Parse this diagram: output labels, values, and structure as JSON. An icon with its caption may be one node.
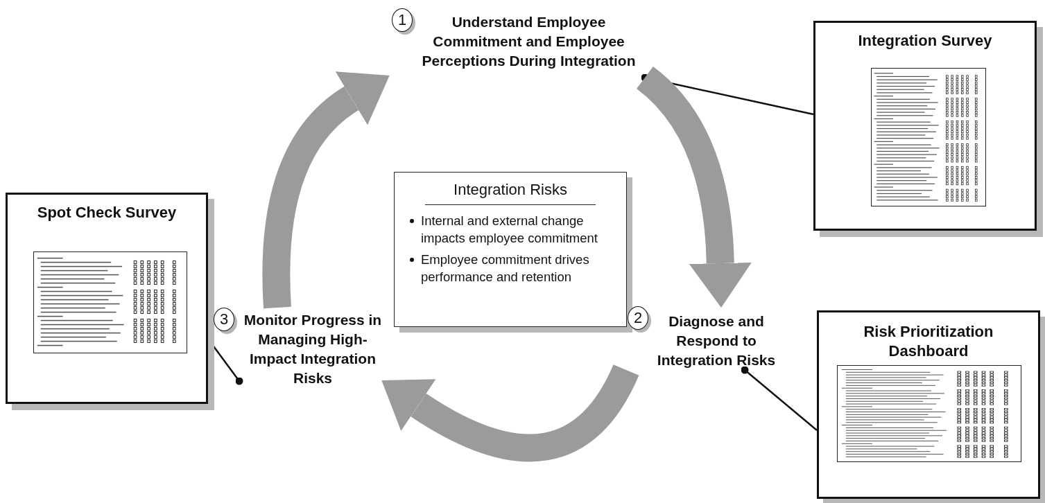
{
  "diagram": {
    "nodes": [
      {
        "text": [
          "1",
          "Understand Employee Commitment and Employee Perceptions During Integration"
        ]
      },
      {
        "text": [
          "Integration Survey"
        ]
      },
      {
        "text": [],
        "shape": "picture",
        "in": 1
      },
      {
        "text": [
          "Spot Check Survey"
        ]
      },
      {
        "text": [],
        "shape": "picture",
        "in": 3
      },
      {
        "text": [
          "Integration Risks",
          "Internal and external change impacts employee commitment",
          "Employee commitment drives performance and retention"
        ]
      },
      {
        "text": [
          "2",
          "Diagnose and Respond to Integration Risks"
        ]
      },
      {
        "text": [
          "Risk Prioritization Dashboard"
        ]
      },
      {
        "text": [],
        "shape": "picture",
        "in": 7
      },
      {
        "text": [
          "3",
          "Monitor Progress in Managing High-Impact Integration Risks"
        ]
      }
    ],
    "edges": [
      {
        "from": 0,
        "to": 1,
        "arrow": "other"
      },
      {
        "from": 6,
        "to": 7,
        "arrow": "other"
      },
      {
        "from": 9,
        "to": 3,
        "arrow": "other"
      },
      {
        "from": 9,
        "to": 0,
        "arrow": "to",
        "style": "thick",
        "color": "#9b9b9b"
      },
      {
        "from": 0,
        "to": 6,
        "arrow": "to",
        "style": "thick",
        "color": "#9b9b9b"
      },
      {
        "from": 6,
        "to": 9,
        "arrow": "to",
        "style": "thick",
        "color": "#9b9b9b"
      }
    ]
  }
}
